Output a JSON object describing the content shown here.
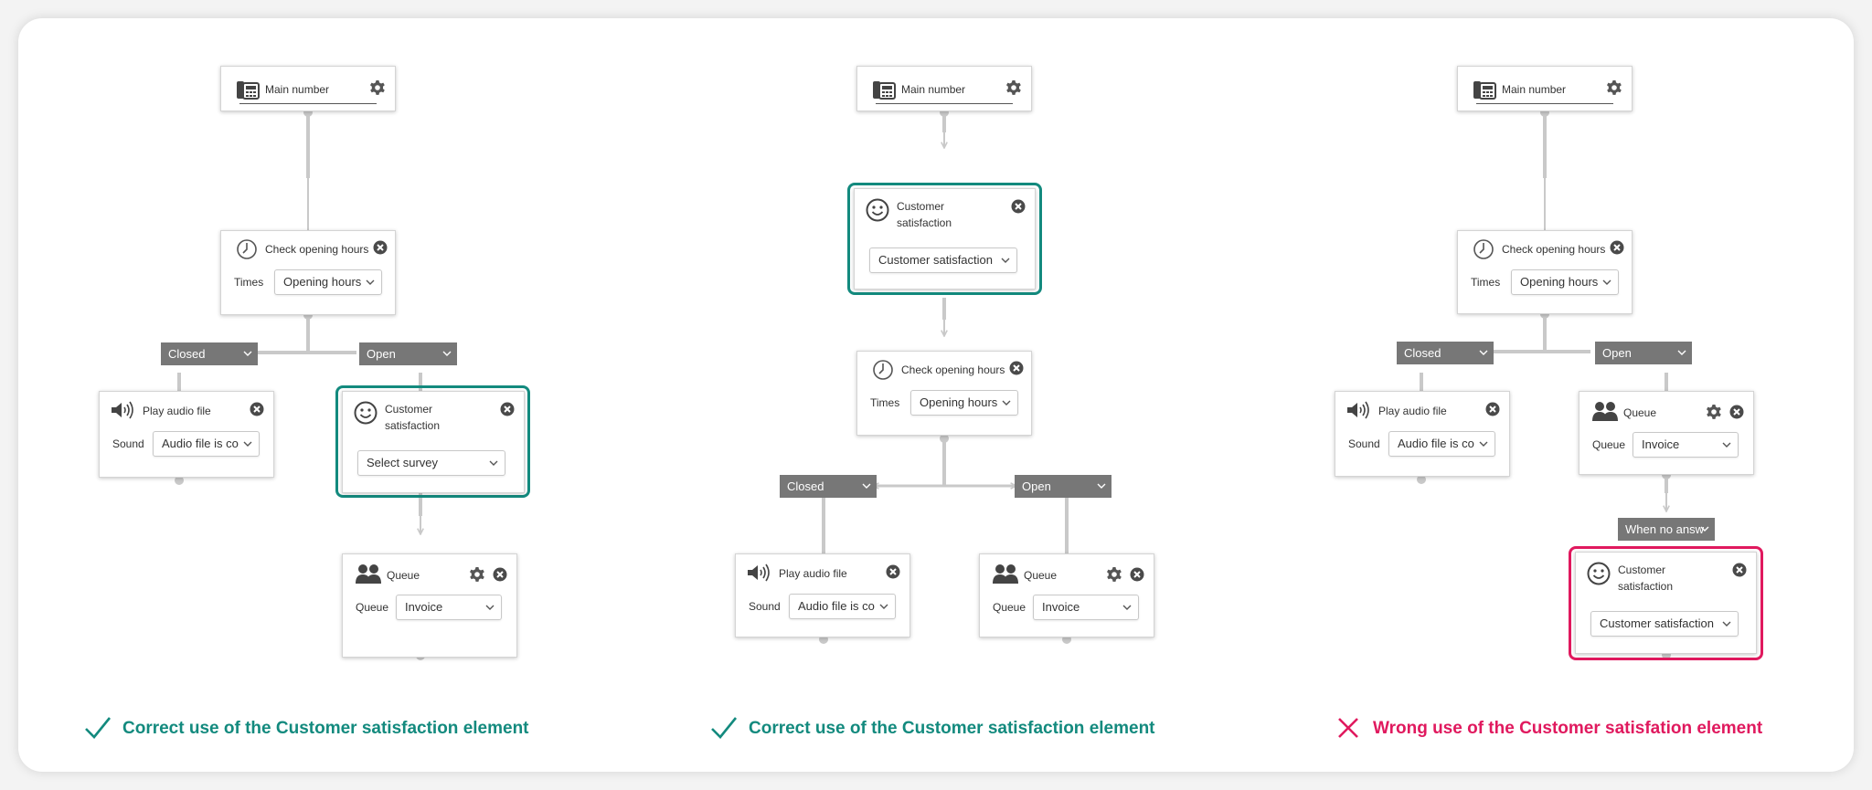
{
  "labels": {
    "main_number": "Main number",
    "check_opening_hours": "Check opening hours",
    "times": "Times",
    "opening_hours": "Opening hours",
    "closed": "Closed",
    "open": "Open",
    "play_audio_file": "Play audio file",
    "sound": "Sound",
    "audio_file_truncated": "Audio file is co",
    "customer_satisfaction_title": "Customer satisfaction",
    "select_survey": "Select survey",
    "customer_satisfaction_value": "Customer satisfaction",
    "queue": "Queue",
    "invoice": "Invoice",
    "when_no_answer_truncated": "When no answ"
  },
  "captions": {
    "left": "Correct use of the Customer satisfaction element",
    "middle": "Correct use of the Customer satisfaction element",
    "right": "Wrong use of the Customer satisfation element"
  },
  "colors": {
    "correct": "#138a7e",
    "wrong": "#e0195e",
    "connector": "#c9c9c9",
    "branch_tag": "#777777"
  }
}
